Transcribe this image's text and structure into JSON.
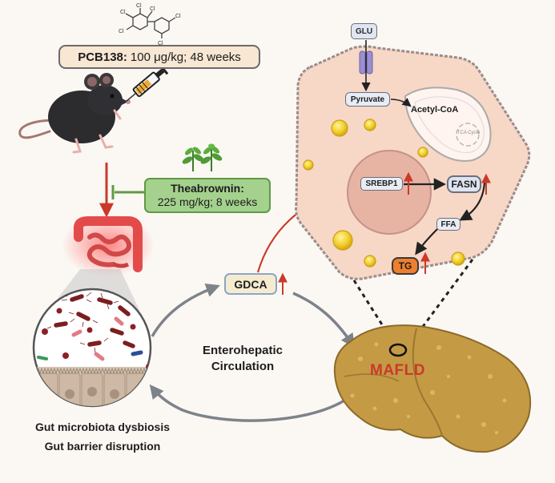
{
  "exposure": {
    "compound_bold": "PCB138:",
    "dose_text": "100 μg/kg; 48 weeks"
  },
  "treatment": {
    "name": "Theabrownin:",
    "dose_text": "225 mg/kg; 8 weeks"
  },
  "metabolite": {
    "name": "GDCA",
    "change": "increase"
  },
  "hepatocyte": {
    "glucose_label": "GLU",
    "pyruvate_label": "Pyruvate",
    "acetyl_coa_label": "Acetyl-CoA",
    "tca_label": "TCA Cycle",
    "srebp1_label": "SREBP1",
    "fasn_label": "FASN",
    "ffa_label": "FFA",
    "tg_label": "TG"
  },
  "circulation_label": "Enterohepatic Circulation",
  "liver_label": "MAFLD",
  "gut_outcomes": [
    "Gut microbiota dysbiosis",
    "Gut barrier disruption"
  ],
  "structure_labels": [
    "Cl",
    "Cl",
    "Cl",
    "Cl",
    "Cl",
    "Cl"
  ],
  "colors": {
    "background": "#fbf8f4",
    "hepatocyte_fill": "#f7d7c6",
    "inhibition_green": "#5f9a44",
    "increase_red": "#c93a2b",
    "liver_fill": "#c59a45",
    "tg_orange": "#ee7f2d"
  },
  "icons": [
    "mouse-icon",
    "syringe-icon",
    "plant-icon",
    "intestine-icon",
    "liver-icon",
    "mitochondrion-icon",
    "glucose-transporter-icon",
    "molecule-structure-icon"
  ]
}
